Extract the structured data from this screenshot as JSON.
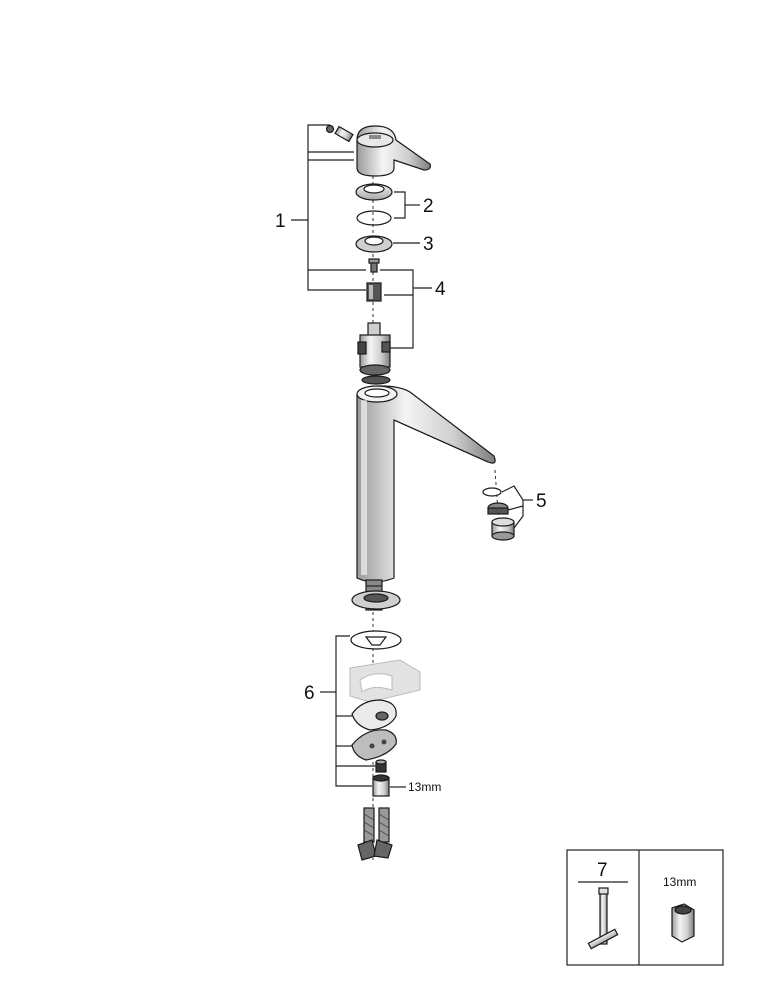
{
  "callouts": {
    "c1": "1",
    "c2": "2",
    "c3": "3",
    "c4": "4",
    "c5": "5",
    "c6": "6"
  },
  "wrench_label": "13mm",
  "tool_box": {
    "tool_number": "7",
    "wrench_size": "13mm"
  },
  "colors": {
    "line": "#222222",
    "part_light": "#e6e6e6",
    "part_mid": "#bdbdbd",
    "part_dark": "#555555"
  }
}
